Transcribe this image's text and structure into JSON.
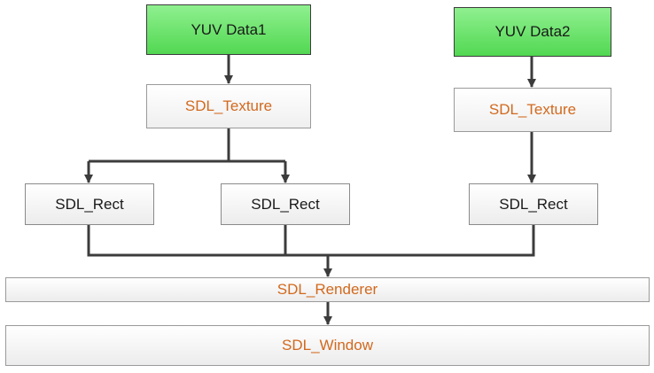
{
  "diagram": {
    "yuv_data_1": "YUV Data1",
    "yuv_data_2": "YUV Data2",
    "texture_1": "SDL_Texture",
    "texture_2": "SDL_Texture",
    "rect_1": "SDL_Rect",
    "rect_2": "SDL_Rect",
    "rect_3": "SDL_Rect",
    "renderer": "SDL_Renderer",
    "window": "SDL_Window"
  },
  "colors": {
    "data_node": "#5ad85a",
    "sdl_object_text": "#d2691e",
    "connector": "#3c3c3c"
  }
}
